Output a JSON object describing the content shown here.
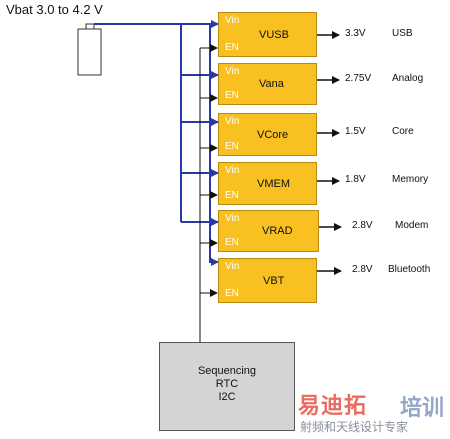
{
  "title": "Vbat 3.0 to 4.2 V",
  "pins": {
    "vin": "Vin",
    "en": "EN"
  },
  "regulators": [
    {
      "name": "VUSB",
      "voltage": "3.3V",
      "function": "USB"
    },
    {
      "name": "Vana",
      "voltage": "2.75V",
      "function": "Analog"
    },
    {
      "name": "VCore",
      "voltage": "1.5V",
      "function": "Core"
    },
    {
      "name": "VMEM",
      "voltage": "1.8V",
      "function": "Memory"
    },
    {
      "name": "VRAD",
      "voltage": "2.8V",
      "function": "Modem"
    },
    {
      "name": "VBT",
      "voltage": "2.8V",
      "function": "Bluetooth"
    }
  ],
  "sequencer": {
    "line1": "Sequencing",
    "line2": "RTC",
    "line3": "I2C"
  },
  "watermark": {
    "brand_red": "易迪拓",
    "brand_blue": "培训",
    "subtitle": "射频和天线设计专家"
  },
  "colors": {
    "regulator_fill": "#f9c022",
    "supply_line": "#2838a8",
    "sequencer_fill": "#d4d4d4"
  }
}
